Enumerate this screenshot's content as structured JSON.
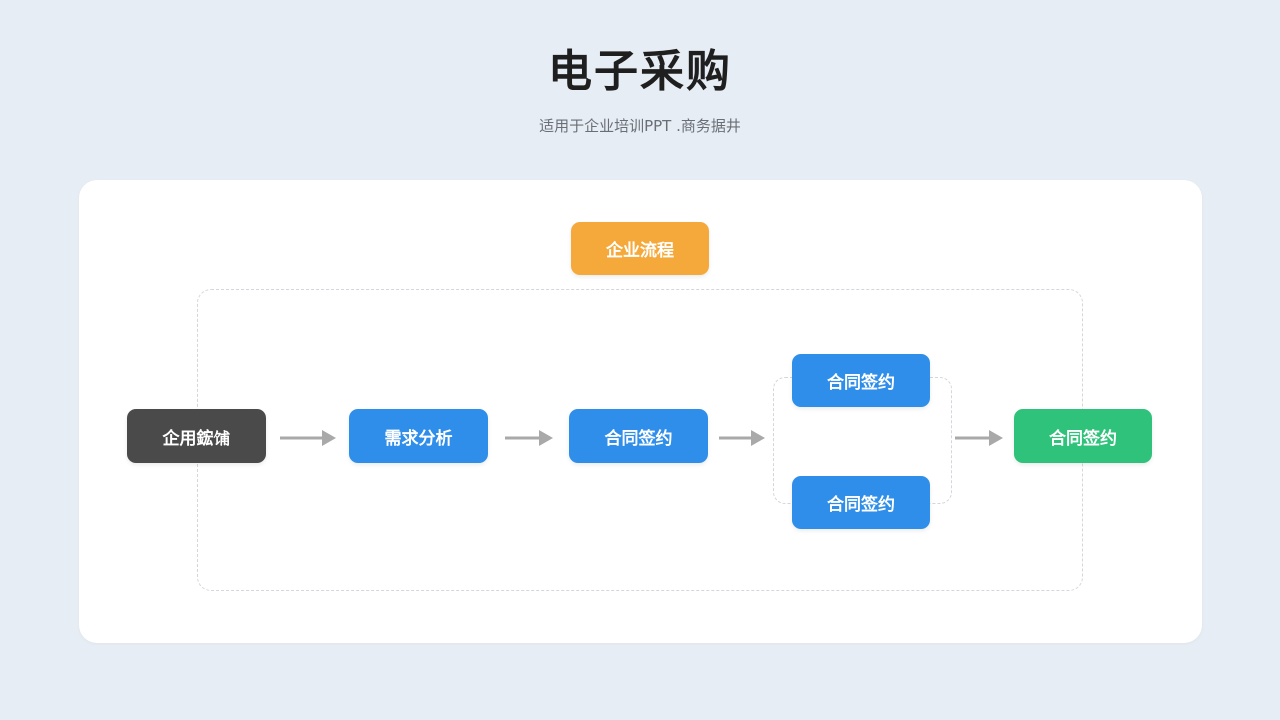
{
  "header": {
    "title": "电子采购",
    "subtitle": "适用于企业培训PPT .商务据井"
  },
  "diagram": {
    "group_label": "企业流程",
    "nodes": {
      "start": "企用鋐𫗦",
      "analysis": "需求分析",
      "contract_main": "合同签约",
      "contract_branch_top": "合同签约",
      "contract_branch_bottom": "合同签约",
      "contract_final": "合同签约"
    }
  },
  "colors": {
    "background": "#e7edf4",
    "card": "#ffffff",
    "group_label": "#f6a93b",
    "process_node": "#2f8ee9",
    "start_node": "#4a4a4a",
    "end_node": "#2ec27a",
    "arrow": "#a9a9a9",
    "dashed_border": "#d3d6da"
  }
}
